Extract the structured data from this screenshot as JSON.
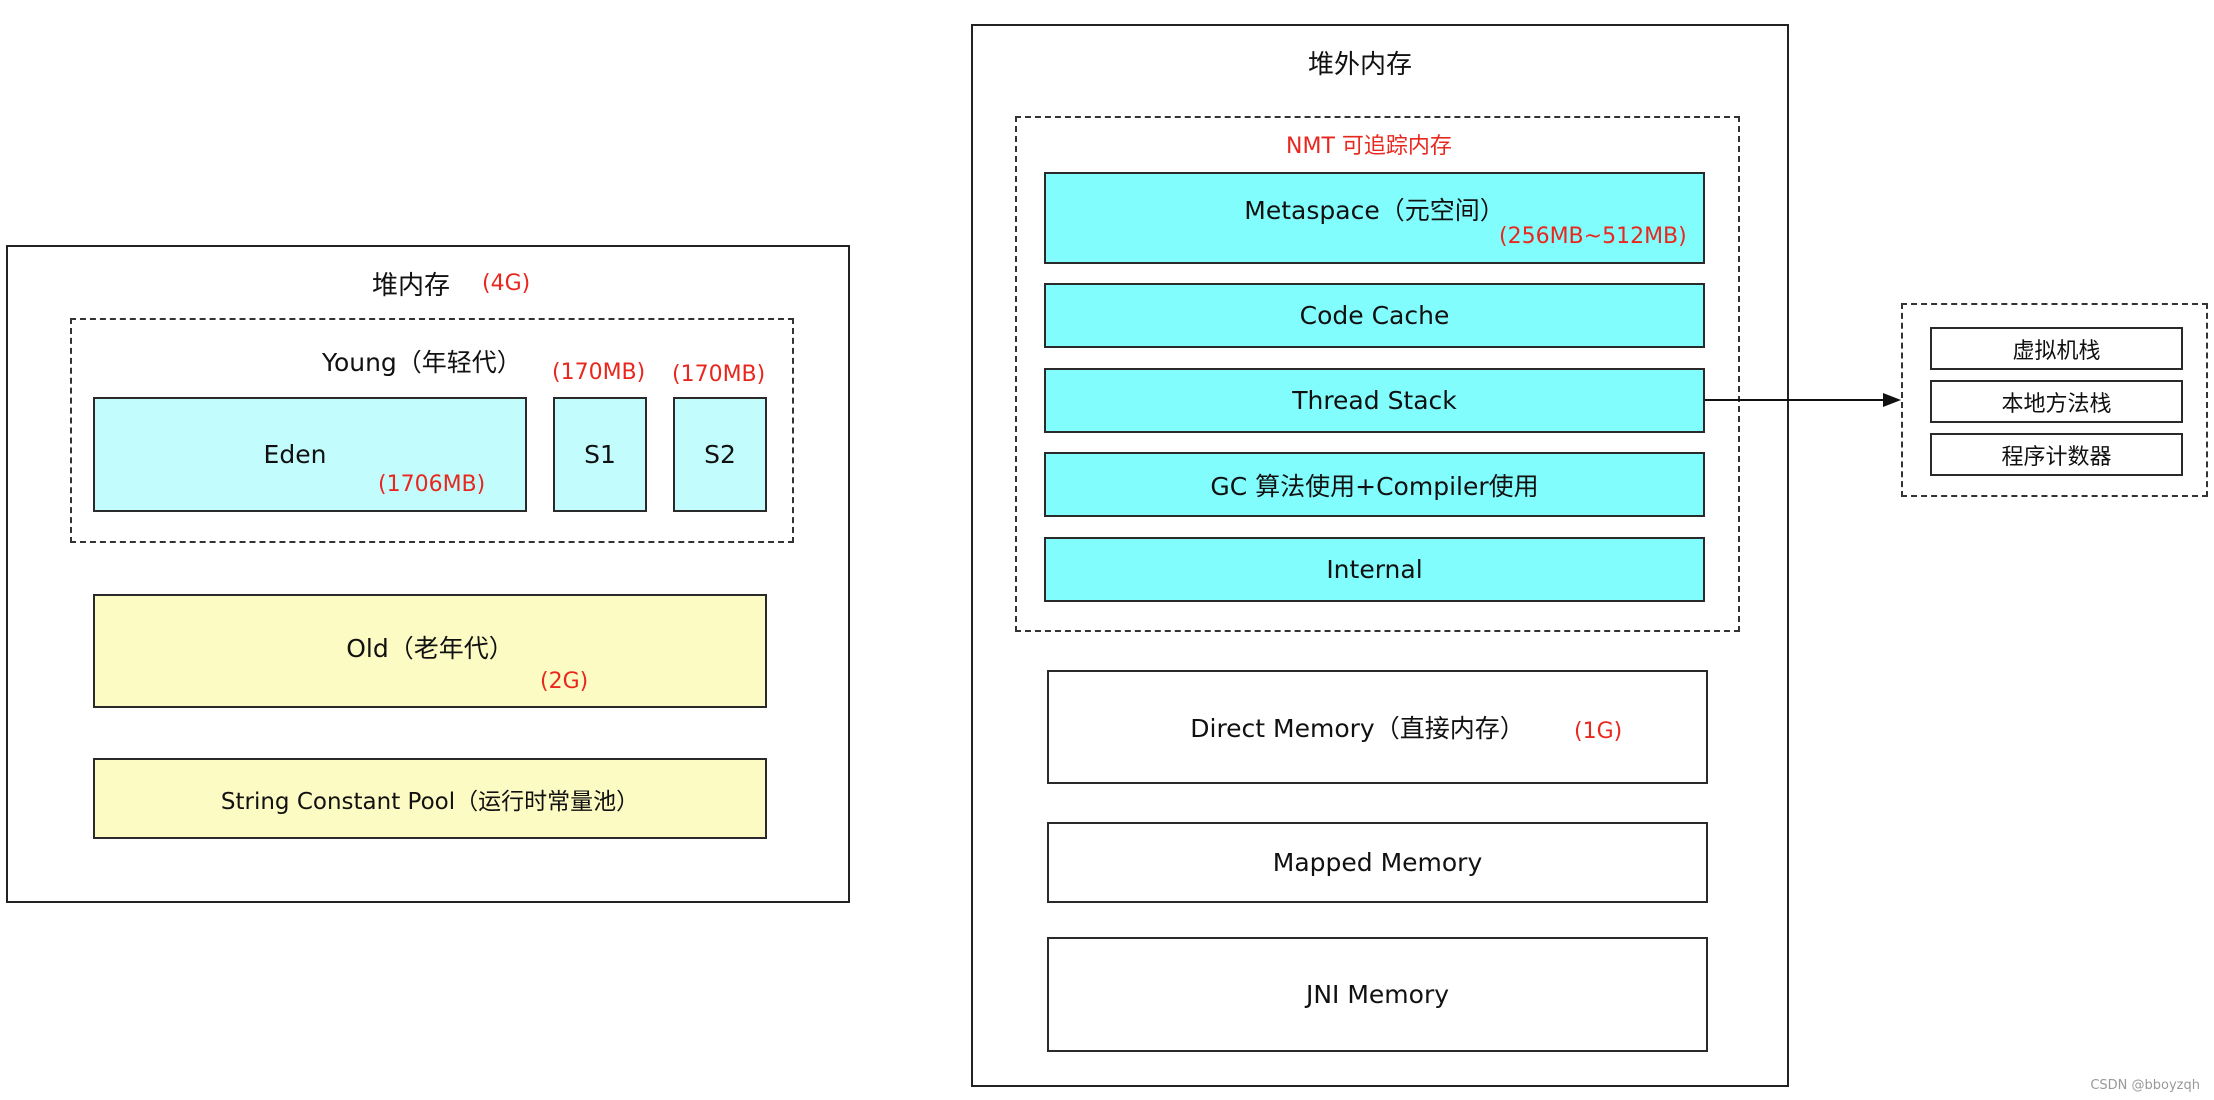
{
  "heap": {
    "title": "堆内存",
    "size": "(4G)",
    "young": {
      "title": "Young（年轻代）",
      "eden": {
        "label": "Eden",
        "size": "(1706MB)"
      },
      "s1": {
        "label": "S1",
        "size": "(170MB)"
      },
      "s2": {
        "label": "S2",
        "size": "(170MB)"
      }
    },
    "old": {
      "label": "Old（老年代）",
      "size": "(2G)"
    },
    "string_pool": {
      "label": "String Constant Pool（运行时常量池）"
    }
  },
  "offheap": {
    "title": "堆外内存",
    "nmt": {
      "title": "NMT 可追踪内存",
      "metaspace": {
        "label": "Metaspace（元空间）",
        "size": "(256MB~512MB)"
      },
      "code_cache": "Code Cache",
      "thread_stack": "Thread Stack",
      "gc": "GC 算法使用+Compiler使用",
      "internal": "Internal"
    },
    "direct_memory": {
      "label": "Direct Memory（直接内存）",
      "size": "(1G)"
    },
    "mapped_memory": "Mapped Memory",
    "jni_memory": "JNI Memory"
  },
  "thread_stack_detail": {
    "items": [
      "虚拟机栈",
      "本地方法栈",
      "程序计数器"
    ]
  },
  "watermark": "CSDN @bboyzqh",
  "colors": {
    "size_label": "#e8281f",
    "eden_fill": "#c2fcfd",
    "nmt_fill": "#82fdfd",
    "old_fill": "#fcfbc3"
  }
}
